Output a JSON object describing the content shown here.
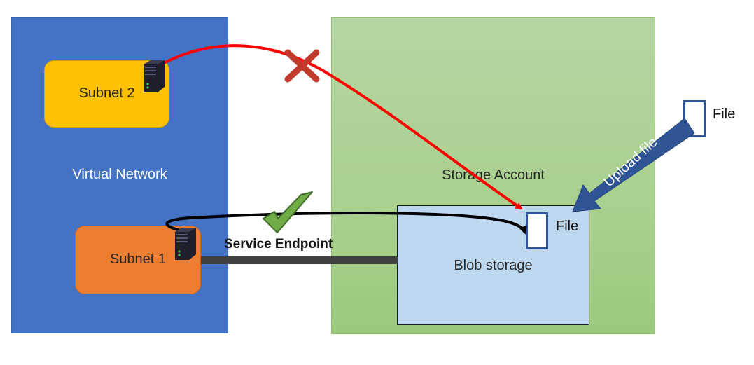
{
  "virtual_network": {
    "label": "Virtual Network"
  },
  "storage_account": {
    "label": "Storage Account"
  },
  "subnet2": {
    "label": "Subnet 2"
  },
  "subnet1": {
    "label": "Subnet 1"
  },
  "blob_storage": {
    "label": "Blob storage",
    "file_label": "File"
  },
  "external_file": {
    "label": "File"
  },
  "service_endpoint": {
    "label": "Service Endpoint"
  },
  "upload": {
    "label": "Upload file"
  },
  "colors": {
    "virtual_network": "#4472c4",
    "storage_account": "#a9d08e",
    "subnet2": "#ffc000",
    "subnet1": "#ed7d31",
    "blob_storage": "#bdd7ee",
    "blocked_path": "#ff0000",
    "allowed_path": "#000000",
    "upload_arrow": "#2f5597",
    "check": "#548235"
  }
}
